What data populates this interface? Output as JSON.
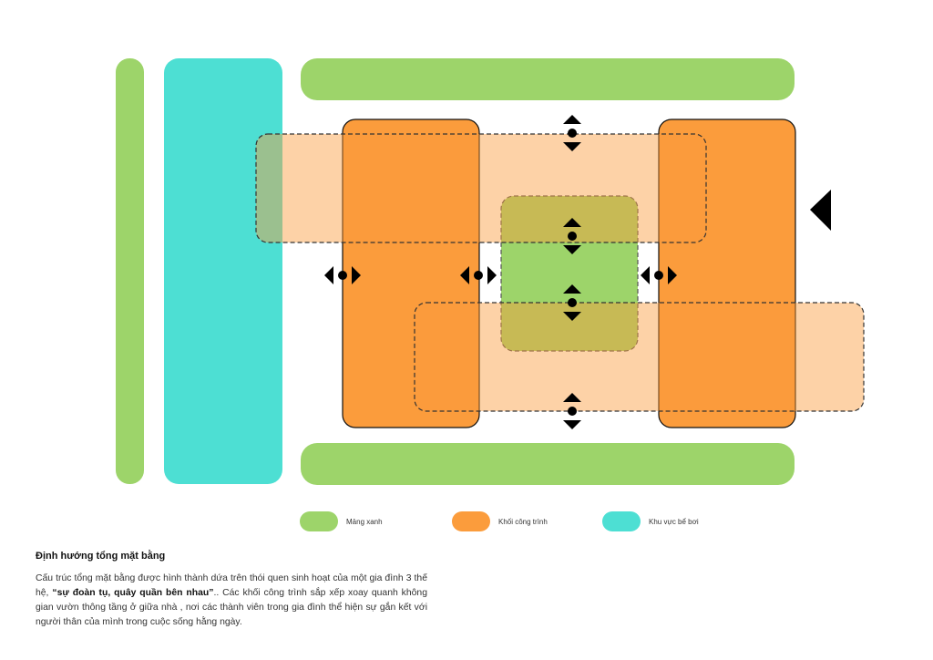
{
  "colors": {
    "green": "#9dd46a",
    "cyan": "#4ddfd3",
    "orange": "#fb9c3c"
  },
  "legend": [
    {
      "label": "Mảng xanh",
      "color": "#9dd46a"
    },
    {
      "label": "Khối công trình",
      "color": "#fb9c3c"
    },
    {
      "label": "Khu vực bể bơi",
      "color": "#4ddfd3"
    }
  ],
  "description": {
    "title": "Định hướng tổng mặt bằng",
    "text_before": "Cấu trúc tổng mặt bằng được hình thành dứa trên thói quen sinh hoạt của một gia đình 3 thế hệ, ",
    "emphasis": "“sự đoàn tụ, quây quần bên nhau”",
    "text_after": ".. Các khối công trình sắp xếp xoay quanh không gian vườn thông tầng ở giữa nhà , nơi các thành viên trong gia đình thể hiện sự gắn kết với người thân của mình trong cuộc sống hằng ngày."
  }
}
